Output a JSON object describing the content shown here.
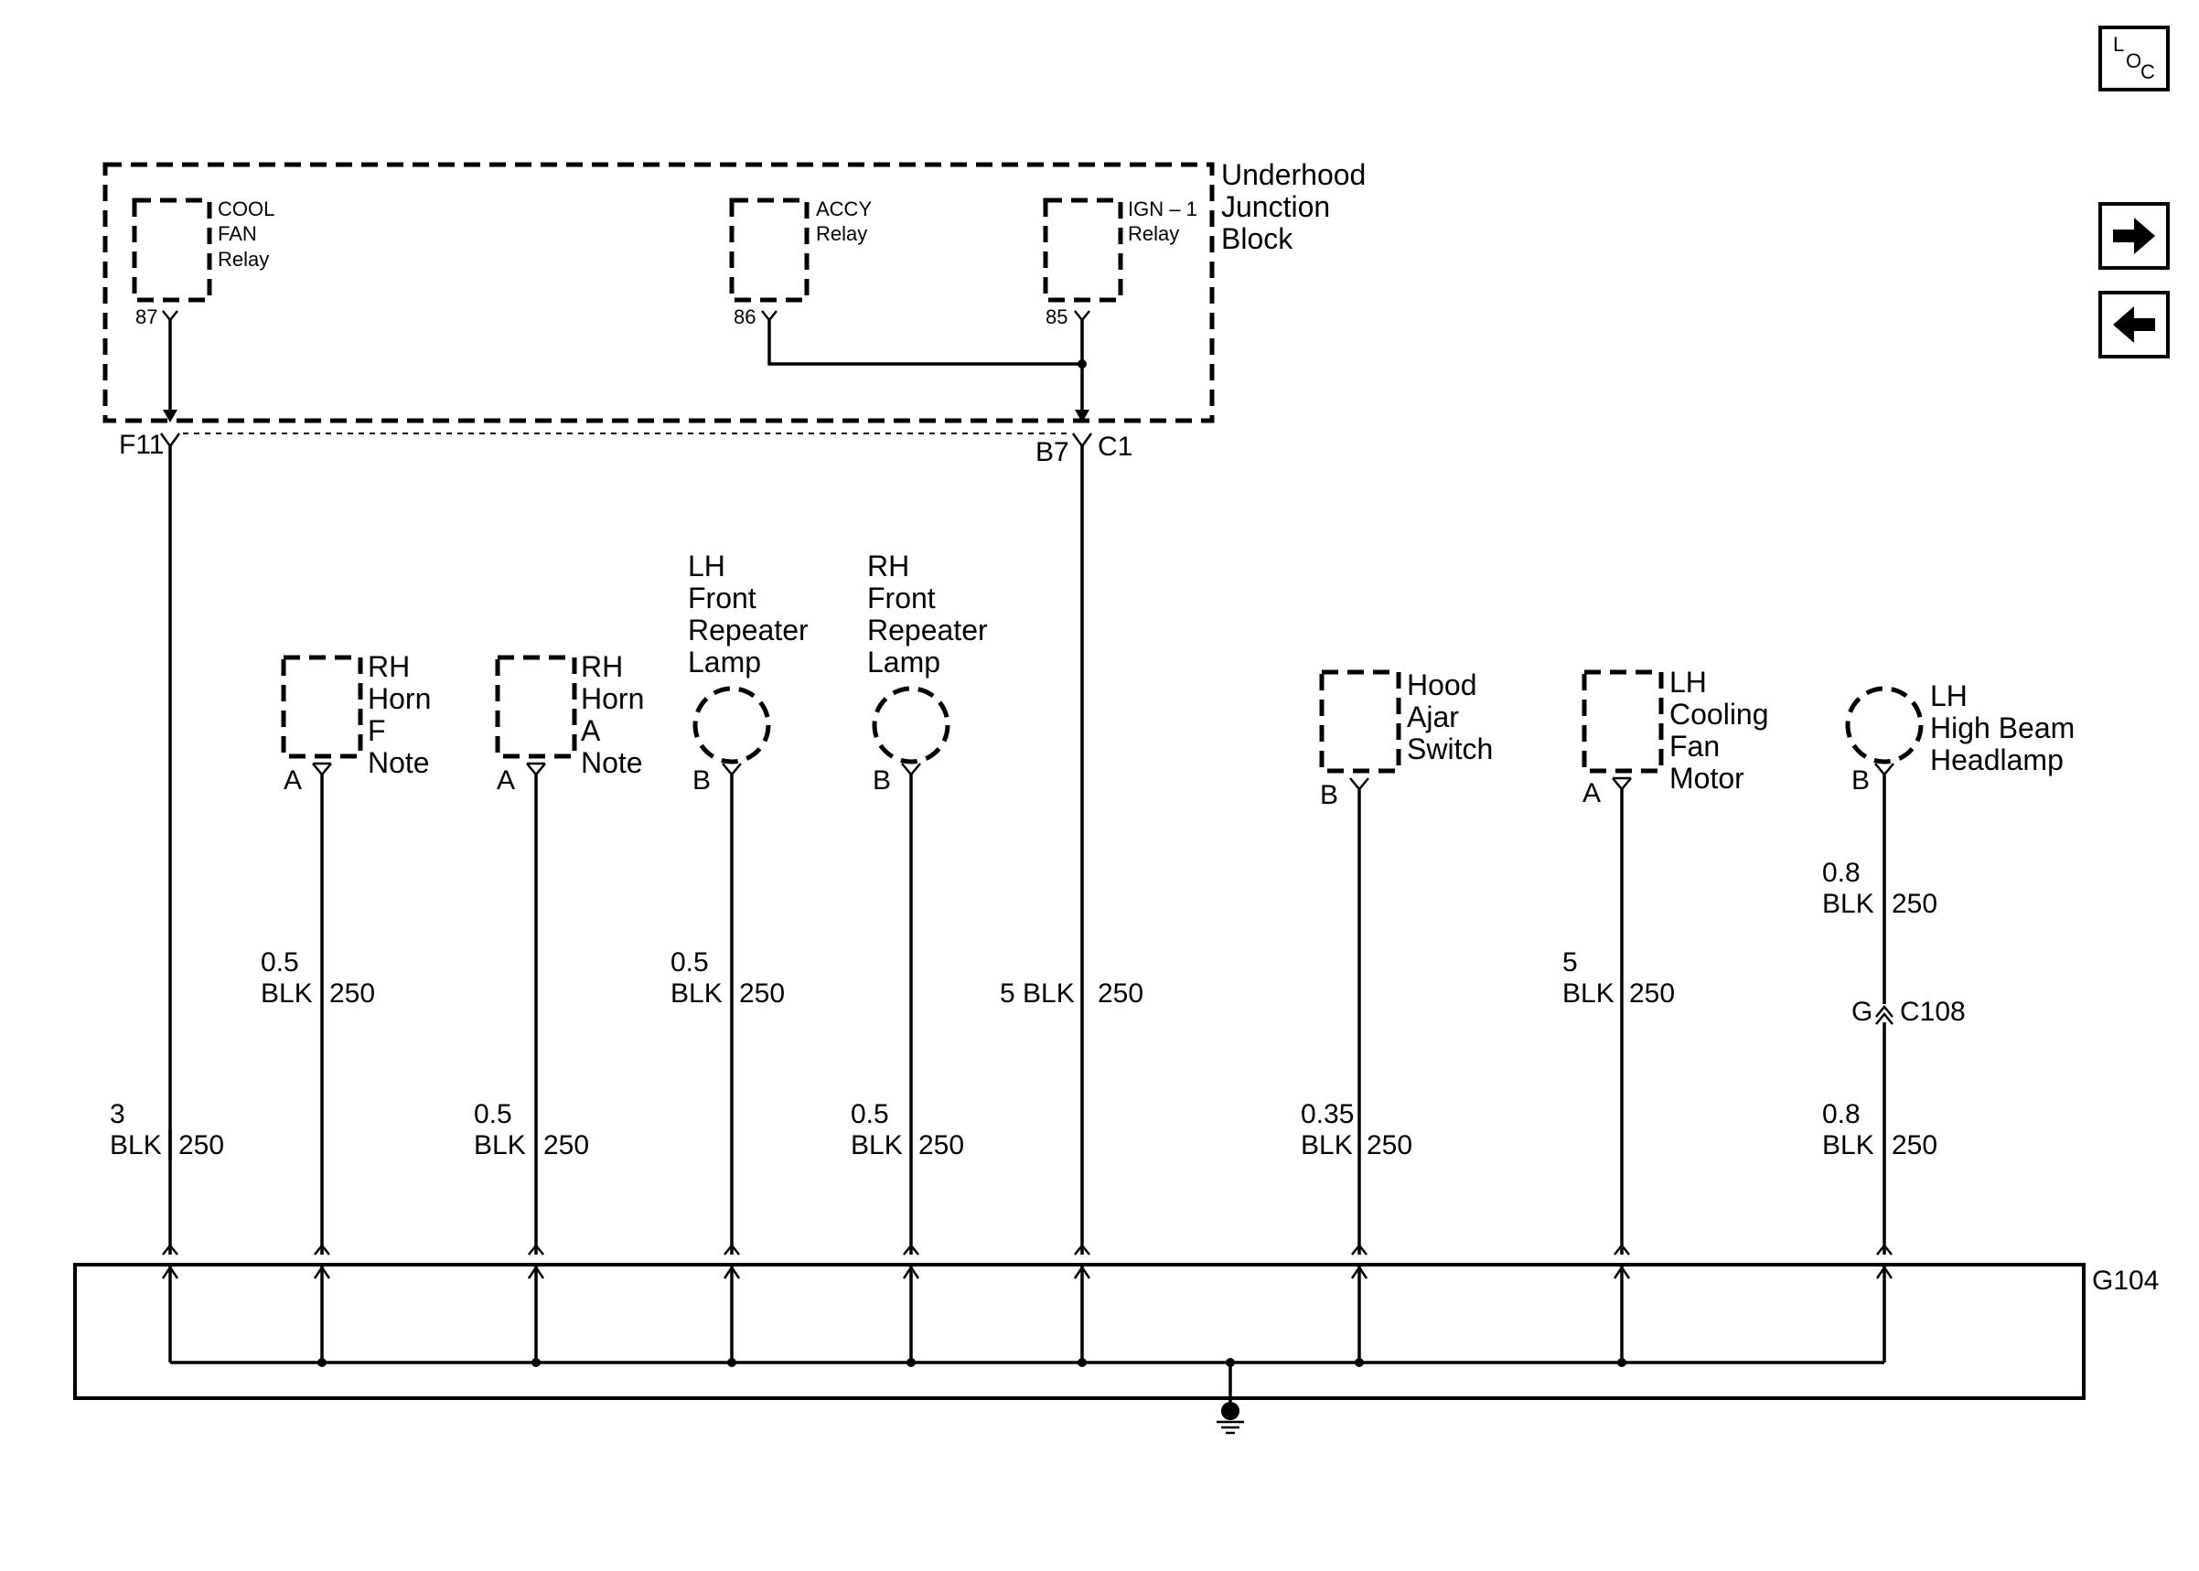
{
  "nav": {
    "loc_l": "L",
    "loc_o": "O",
    "loc_c": "C",
    "next_icon": "arrow-right-icon",
    "prev_icon": "arrow-left-icon"
  },
  "junction": {
    "line1": "Underhood",
    "line2": "Junction",
    "line3": "Block"
  },
  "relays": {
    "cool": {
      "l1": "COOL",
      "l2": "FAN",
      "l3": "Relay",
      "pin": "87"
    },
    "accy": {
      "l1": "ACCY",
      "l2": "Relay",
      "pin": "86"
    },
    "ign": {
      "l1": "IGN – 1",
      "l2": "Relay",
      "pin": "85"
    }
  },
  "connectors": {
    "f11": "F11",
    "b7": "B7",
    "c1": "C1"
  },
  "components": {
    "rh_horn_f": {
      "l1": "RH",
      "l2": "Horn",
      "l3": "F",
      "l4": "Note",
      "pin": "A"
    },
    "rh_horn_a": {
      "l1": "RH",
      "l2": "Horn",
      "l3": "A",
      "l4": "Note",
      "pin": "A"
    },
    "lh_repeater": {
      "l1": "LH",
      "l2": "Front",
      "l3": "Repeater",
      "l4": "Lamp",
      "pin": "B"
    },
    "rh_repeater": {
      "l1": "RH",
      "l2": "Front",
      "l3": "Repeater",
      "l4": "Lamp",
      "pin": "B"
    },
    "hood_ajar": {
      "l1": "Hood",
      "l2": "Ajar",
      "l3": "Switch",
      "pin": "B"
    },
    "lh_fan": {
      "l1": "LH",
      "l2": "Cooling",
      "l3": "Fan",
      "l4": "Motor",
      "pin": "A"
    },
    "lh_headlamp": {
      "l1": "LH",
      "l2": "High Beam",
      "l3": "Headlamp",
      "pin": "B"
    }
  },
  "wires": {
    "w1": {
      "size": "3",
      "color": "BLK",
      "circuit": "250"
    },
    "w2": {
      "size": "0.5",
      "color": "BLK",
      "circuit": "250"
    },
    "w3": {
      "size": "0.5",
      "color": "BLK",
      "circuit": "250"
    },
    "w4": {
      "size": "0.5",
      "color": "BLK",
      "circuit": "250"
    },
    "w5": {
      "size": "0.5",
      "color": "BLK",
      "circuit": "250"
    },
    "w6": {
      "label": "5 BLK",
      "circuit": "250"
    },
    "w7": {
      "size": "0.35",
      "color": "BLK",
      "circuit": "250"
    },
    "w8": {
      "size": "5",
      "color": "BLK",
      "circuit": "250"
    },
    "w9a": {
      "size": "0.8",
      "color": "BLK",
      "circuit": "250"
    },
    "w9b": {
      "size": "0.8",
      "color": "BLK",
      "circuit": "250"
    }
  },
  "inline_connector": {
    "pin": "G",
    "name": "C108"
  },
  "ground": {
    "name": "G104"
  }
}
